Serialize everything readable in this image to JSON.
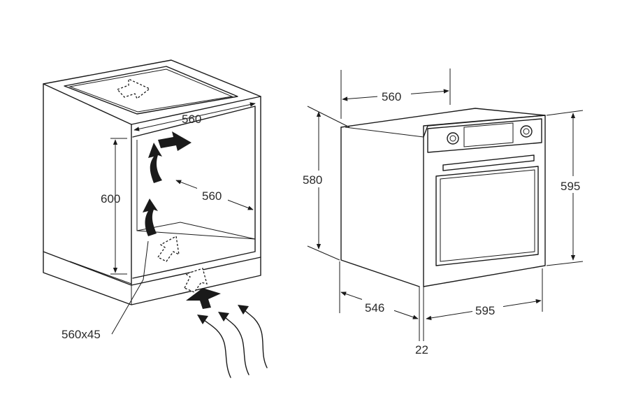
{
  "cabinet": {
    "width_label": "560",
    "height_label": "600",
    "depth_label": "560",
    "vent_label": "560x45"
  },
  "oven": {
    "width_label": "560",
    "height_label": "580",
    "total_height_label": "595",
    "depth_label": "546",
    "front_width_label": "595",
    "door_offset_label": "22"
  },
  "colors": {
    "line": "#1a1a1a",
    "text": "#2a2a2a"
  }
}
